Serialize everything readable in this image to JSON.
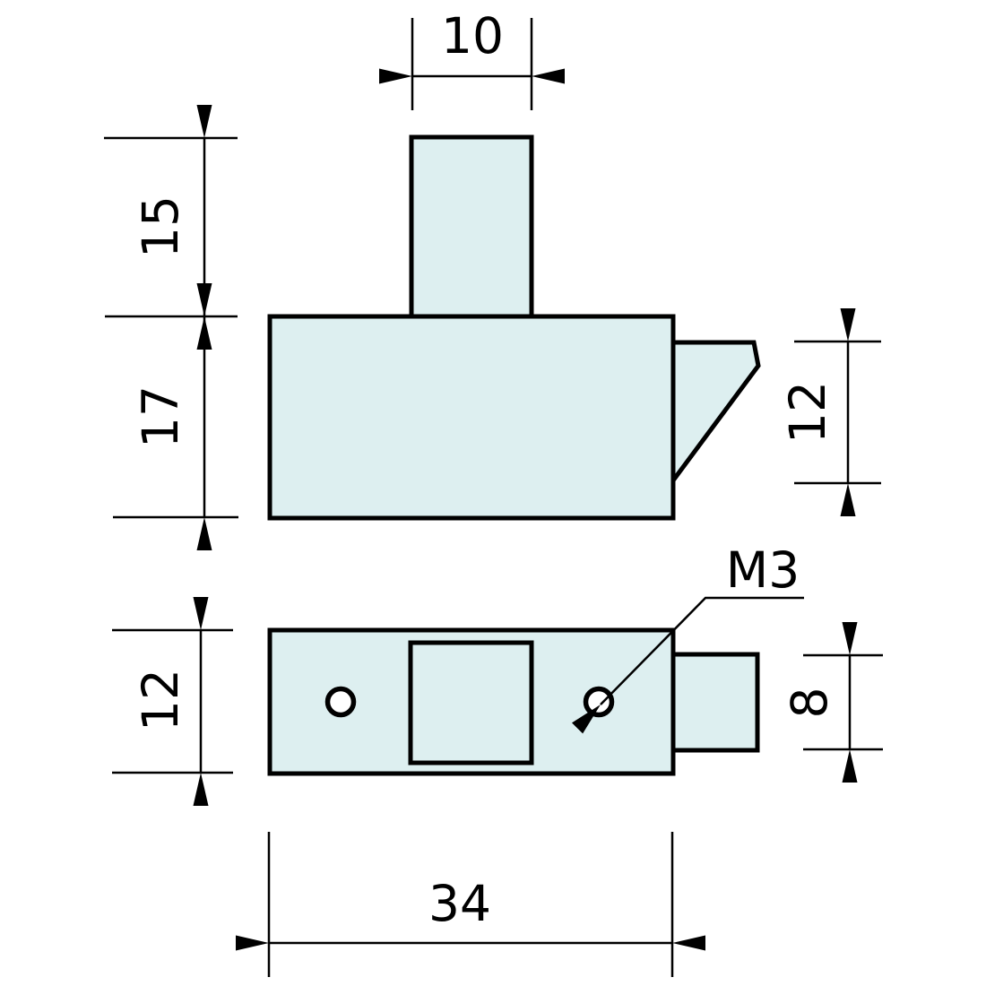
{
  "drawing": {
    "colors": {
      "part_fill": "#ddeff0",
      "line_color": "#000000",
      "background": "#ffffff"
    },
    "labels": {
      "bolt_width": "10",
      "bolt_height": "15",
      "body_height": "17",
      "latch_height": "12",
      "plate_height": "12",
      "tab_height": "8",
      "body_length": "34",
      "thread_callout": "M3"
    }
  }
}
